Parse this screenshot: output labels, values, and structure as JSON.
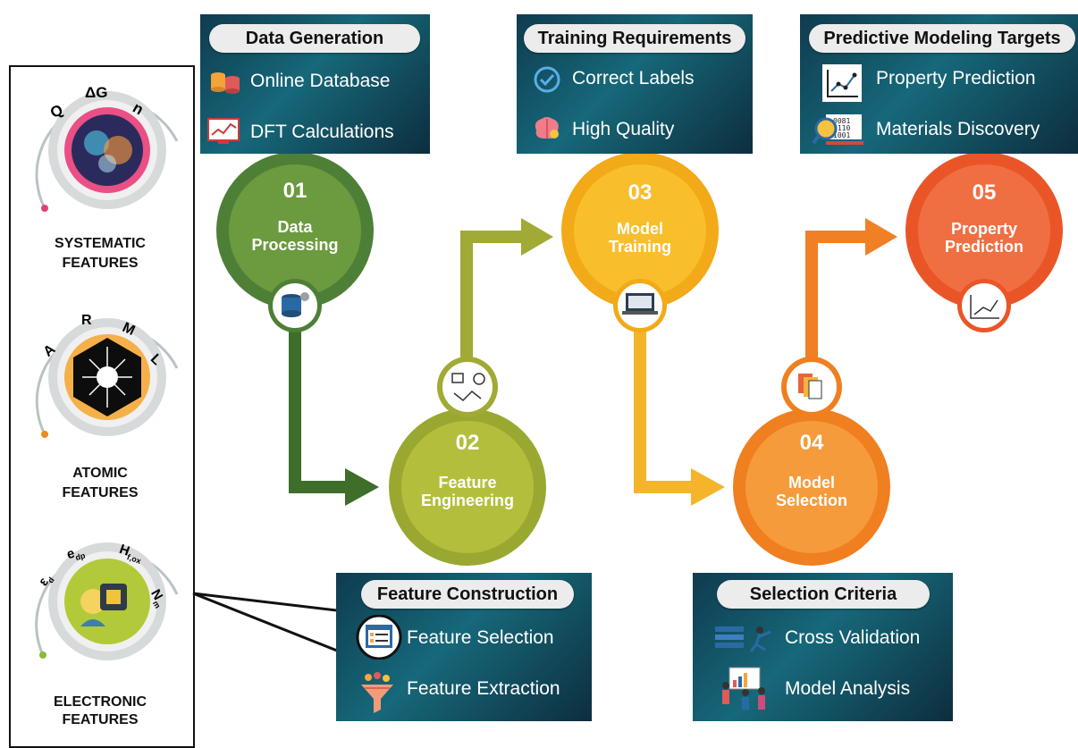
{
  "panels": {
    "data_generation": {
      "title": "Data Generation",
      "items": [
        "Online Database",
        "DFT Calculations"
      ]
    },
    "training_requirements": {
      "title": "Training Requirements",
      "items": [
        "Correct Labels",
        "High Quality"
      ]
    },
    "predictive_targets": {
      "title": "Predictive Modeling Targets",
      "items": [
        "Property Prediction",
        "Materials Discovery"
      ]
    },
    "feature_construction": {
      "title": "Feature Construction",
      "items": [
        "Feature Selection",
        "Feature Extraction"
      ]
    },
    "selection_criteria": {
      "title": "Selection Criteria",
      "items": [
        "Cross Validation",
        "Model Analysis"
      ]
    }
  },
  "stages": [
    {
      "num": "01",
      "label_l1": "Data",
      "label_l2": "Processing",
      "color": "#4e7f36"
    },
    {
      "num": "02",
      "label_l1": "Feature",
      "label_l2": "Engineering",
      "color": "#9aa831"
    },
    {
      "num": "03",
      "label_l1": "Model",
      "label_l2": "Training",
      "color": "#f2aa18"
    },
    {
      "num": "04",
      "label_l1": "Model",
      "label_l2": "Selection",
      "color": "#ef7f1f"
    },
    {
      "num": "05",
      "label_l1": "Property",
      "label_l2": "Prediction",
      "color": "#ea5528"
    }
  ],
  "features": {
    "systematic": {
      "caption_l1": "SYSTEMATIC",
      "caption_l2": "FEATURES",
      "symbols": [
        "Q",
        "ΔG",
        "n"
      ]
    },
    "atomic": {
      "caption_l1": "ATOMIC",
      "caption_l2": "FEATURES",
      "symbols": [
        "A",
        "R",
        "M",
        "L"
      ]
    },
    "electronic": {
      "caption_l1": "ELECTRONIC",
      "caption_l2": "FEATURES",
      "symbols": [
        "ε",
        "d",
        "e",
        "dp",
        "H",
        "f,ox",
        "N",
        "m"
      ]
    }
  },
  "icons": {
    "database": "database-icon",
    "chart": "line-chart-icon",
    "check": "check-circle-icon",
    "brain": "brain-icon",
    "plot": "scatter-plot-icon",
    "magnifier": "magnifier-binary-icon",
    "checklist": "checklist-window-icon",
    "funnel": "funnel-icon",
    "blocks": "cross-validation-icon",
    "people": "team-analysis-icon"
  },
  "colors": {
    "green_dark": "#4e7f36",
    "green_olive": "#9aa831",
    "yellow": "#f2aa18",
    "orange": "#ef7f1f",
    "red_orange": "#ea5528",
    "panel_teal": "#16687a"
  }
}
